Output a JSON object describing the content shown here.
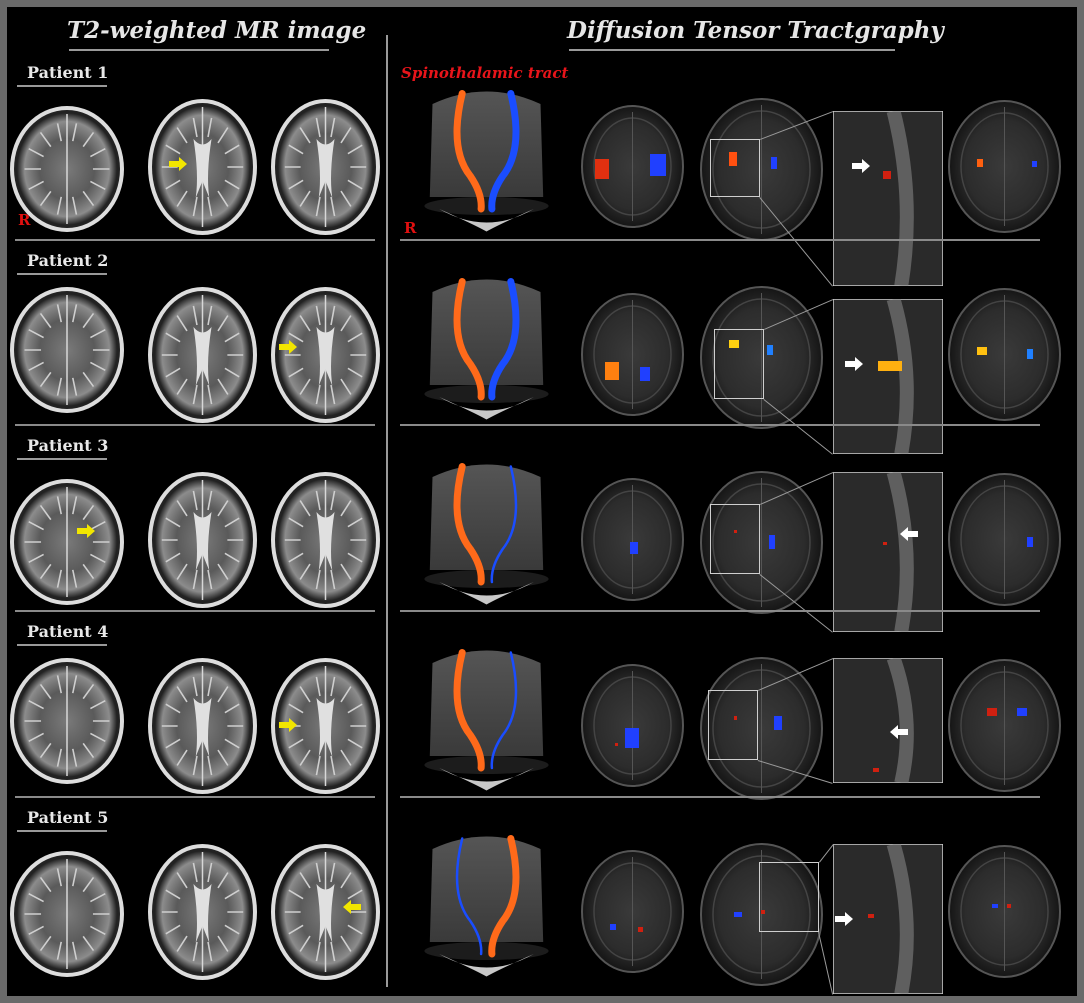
{
  "headers": {
    "left": "T2-weighted MR image",
    "right": "Diffusion Tensor Tractgraphy"
  },
  "tract_label": "Spinothalamic tract",
  "r_marker": "R",
  "colors": {
    "right_tract": "#ff6a1a",
    "left_tract": "#1a4dff",
    "lesion_arrow_t2": "#f2e600",
    "lesion_arrow_dti": "#ffffff",
    "label_red": "#e8141a"
  },
  "patients": [
    {
      "label": "Patient 1"
    },
    {
      "label": "Patient 2"
    },
    {
      "label": "Patient 3"
    },
    {
      "label": "Patient 4"
    },
    {
      "label": "Patient 5"
    }
  ]
}
